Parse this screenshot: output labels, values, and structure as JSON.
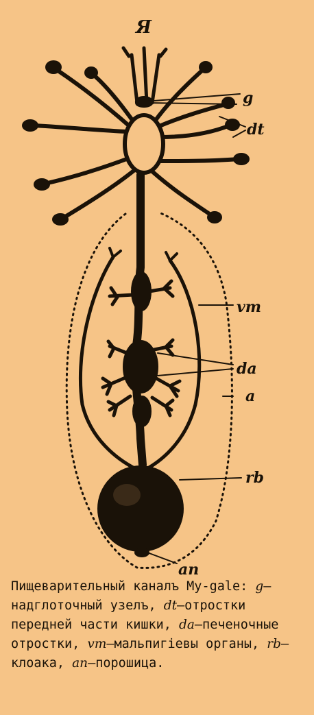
{
  "labels": {
    "mouth": "Я",
    "g": "g",
    "dt": "dt",
    "vm": "vm",
    "da": "da",
    "a": "a",
    "rb": "rb",
    "an": "an"
  },
  "caption": {
    "p1": "Пищеварительный каналъ My-gale: ",
    "g_abbr": "g",
    "p2": "—надглоточный узелъ, ",
    "dt_abbr": "dt",
    "p3": "—отростки передней части кишки, ",
    "da_abbr": "da",
    "p4": "—печеночные отростки, ",
    "vm_abbr": "vm",
    "p5": "—мальпигіевы органы, ",
    "rb_abbr": "rb",
    "p6": "—клоака, ",
    "an_abbr": "an",
    "p7": "—порошица."
  },
  "colors": {
    "background": "#f6c487",
    "ink": "#1a1208"
  }
}
